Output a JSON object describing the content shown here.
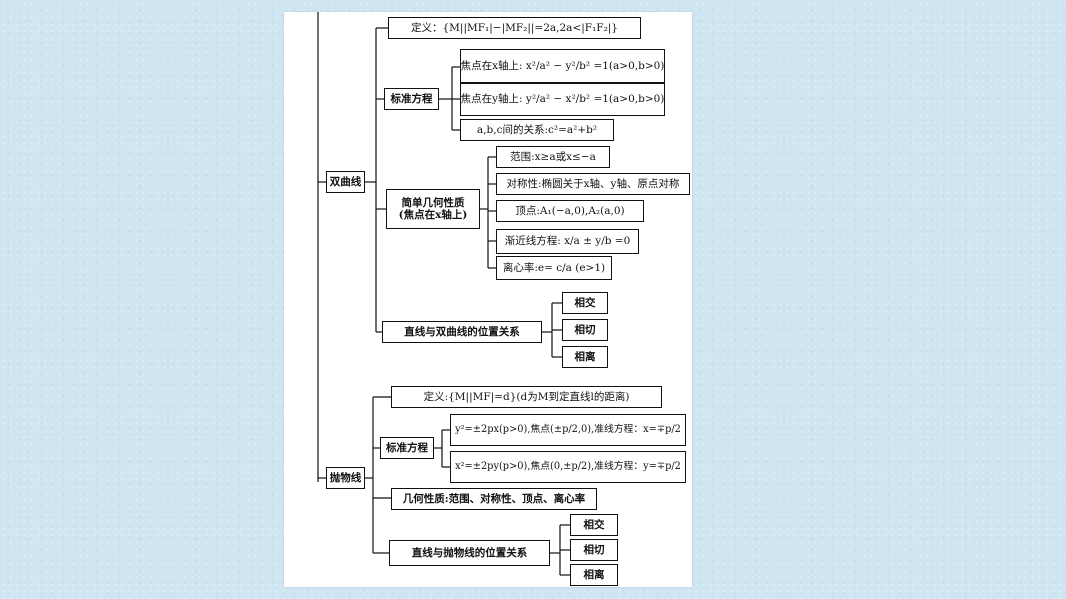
{
  "hyperbola": {
    "root": "双曲线",
    "definition": "定义：{M||MF₁|−|MF₂||=2a,2a<|F₁F₂|}",
    "standard_equation": {
      "label": "标准方程",
      "x_axis": "焦点在x轴上: x²/a² − y²/b² =1(a>0,b>0)",
      "y_axis": "焦点在y轴上: y²/a² − x²/b² =1(a>0,b>0)",
      "relation": "a,b,c间的关系:c²=a²+b²"
    },
    "properties": {
      "label_line1": "简单几何性质",
      "label_line2": "(焦点在x轴上)",
      "range": "范围:x≥a或x≤−a",
      "symmetry": "对称性:椭圆关于x轴、y轴、原点对称",
      "vertex": "顶点:A₁(−a,0),A₂(a,0)",
      "asymptote": "渐近线方程: x/a ± y/b =0",
      "eccentricity": "离心率:e= c/a (e>1)"
    },
    "line_relation": {
      "label": "直线与双曲线的位置关系",
      "options": [
        "相交",
        "相切",
        "相离"
      ]
    }
  },
  "parabola": {
    "root": "抛物线",
    "definition": "定义:{M||MF|=d}(d为M到定直线l的距离)",
    "standard_equation": {
      "label": "标准方程",
      "eq1": "y²=±2px(p>0),焦点(±p/2,0),准线方程：x=∓p/2",
      "eq2": "x²=±2py(p>0),焦点(0,±p/2),准线方程：y=∓p/2"
    },
    "properties": "几何性质:范围、对称性、顶点、离心率",
    "line_relation": {
      "label": "直线与抛物线的位置关系",
      "options": [
        "相交",
        "相切",
        "相离"
      ]
    }
  }
}
